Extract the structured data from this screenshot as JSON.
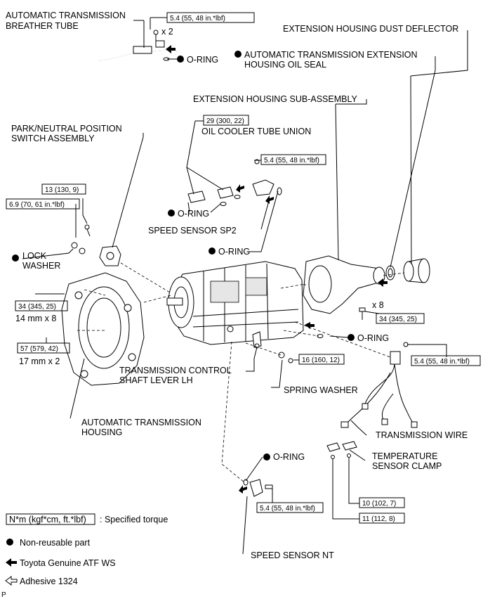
{
  "labels": {
    "breather_tube": [
      "AUTOMATIC TRANSMISSION",
      "BREATHER TUBE"
    ],
    "dust_deflector": "EXTENSION HOUSING DUST DEFLECTOR",
    "oil_seal": [
      "AUTOMATIC TRANSMISSION EXTENSION",
      "HOUSING OIL SEAL"
    ],
    "extension_housing": "EXTENSION HOUSING SUB-ASSEMBLY",
    "park_switch": [
      "PARK/NEUTRAL POSITION",
      "SWITCH ASSEMBLY"
    ],
    "cooler_union": "OIL COOLER TUBE UNION",
    "speed_sensor_sp2": "SPEED SENSOR SP2",
    "lock_washer": [
      "LOCK",
      "WASHER"
    ],
    "control_lever": [
      "TRANSMISSION CONTROL",
      "SHAFT LEVER LH"
    ],
    "spring_washer": "SPRING WASHER",
    "trans_housing": [
      "AUTOMATIC TRANSMISSION",
      "HOUSING"
    ],
    "trans_wire": "TRANSMISSION WIRE",
    "temp_clamp": [
      "TEMPERATURE",
      "SENSOR CLAMP"
    ],
    "speed_sensor_nt": "SPEED SENSOR NT",
    "o_ring": "O-RING"
  },
  "torques": {
    "breather": "5.4 (55, 48 in.*lbf)",
    "union": "29 (300, 22)",
    "sp2": "5.4 (55, 48 in.*lbf)",
    "switch_nut": "13 (130, 9)",
    "switch_bolt": "6.9 (70, 61 in.*lbf)",
    "housing_14": "34 (345, 25)",
    "housing_17": "57 (579, 42)",
    "extension": "34 (345, 25)",
    "lever_nut": "16 (160, 12)",
    "wire_bolt": "5.4 (55, 48 in.*lbf)",
    "clamp_10": "10 (102, 7)",
    "clamp_11": "11 (112, 8)",
    "nt": "5.4 (55, 48 in.*lbf)"
  },
  "counts": {
    "breather": "x 2",
    "extension": "x 8",
    "bolt_14": "14 mm x 8",
    "bolt_17": "17 mm x 2"
  },
  "legend": {
    "torque_box": "N*m (kgf*cm, ft.*lbf)",
    "torque_text": ": Specified torque",
    "non_reusable": "Non-reusable part",
    "atf": "Toyota Genuine ATF WS",
    "adhesive": "Adhesive 1324"
  },
  "page_mark": "P"
}
